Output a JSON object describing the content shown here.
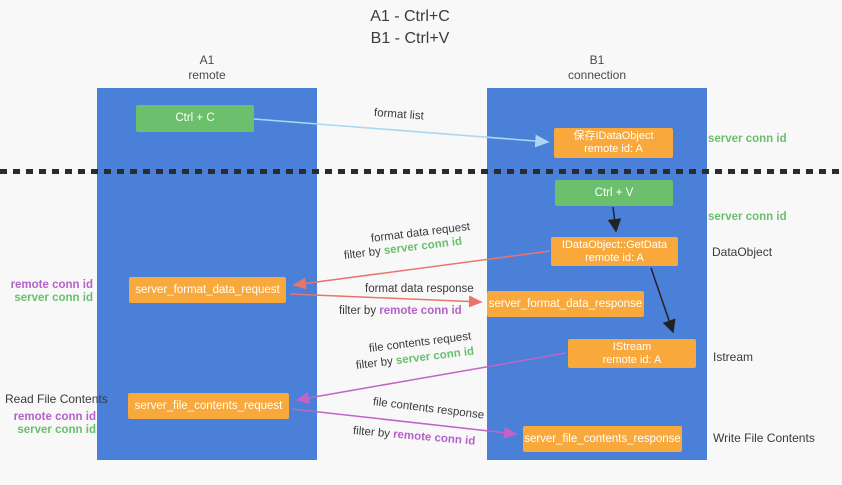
{
  "title": {
    "line1": "A1 - Ctrl+C",
    "line2": "B1 - Ctrl+V"
  },
  "columns": {
    "a": {
      "name": "A1",
      "subtitle": "remote"
    },
    "b": {
      "name": "B1",
      "subtitle": "connection"
    }
  },
  "nodes": {
    "ctrl_c": {
      "label": "Ctrl + C"
    },
    "ctrl_v": {
      "label": "Ctrl + V"
    },
    "save_idataobject": {
      "line1": "保存IDataObject",
      "line2": "remote id: A"
    },
    "getdata": {
      "line1": "IDataObject::GetData",
      "line2": "remote id: A"
    },
    "istream": {
      "line1": "IStream",
      "line2": "remote id: A"
    },
    "format_request": {
      "label": "server_format_data_request"
    },
    "format_response": {
      "label": "server_format_data_response"
    },
    "file_request": {
      "label": "server_file_contents_request"
    },
    "file_response": {
      "label": "server_file_contents_response"
    }
  },
  "labels": {
    "format_list": "format list",
    "format_data_request": "format data request",
    "format_data_response": "format data response",
    "file_contents_request": "file contents request",
    "file_contents_response": "file contents response",
    "filter_by": "filter by ",
    "server_conn_id": "server conn id",
    "remote_conn_id": "remote conn id",
    "dataobject": "DataObject",
    "istream": "Istream",
    "read_file_contents": "Read File Contents",
    "write_file_contents": "Write File Contents"
  },
  "colors": {
    "background": "#F8F8F8",
    "column_blue": "#4A80D8",
    "box_orange": "#F9A93C",
    "box_green": "#6CBF6C",
    "arrow_light_blue": "#ABD7F2",
    "arrow_red": "#E8756A",
    "arrow_magenta": "#C263C8",
    "arrow_black": "#222222",
    "label_green": "#6ABF6E",
    "label_purple": "#B561C9"
  }
}
